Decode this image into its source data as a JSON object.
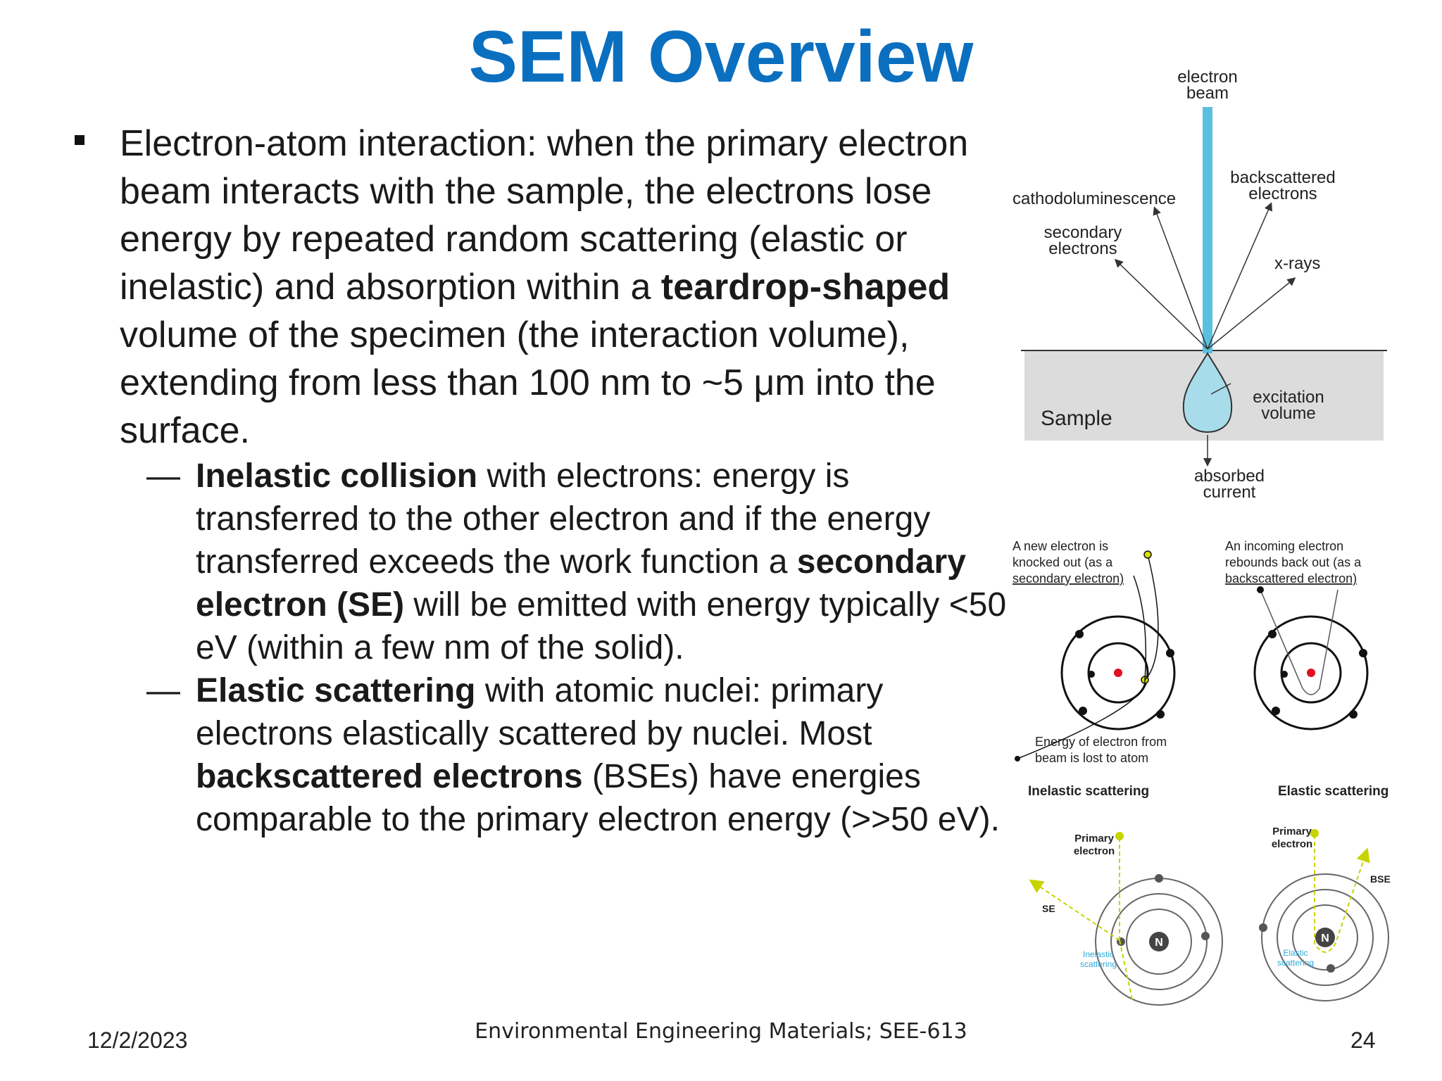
{
  "slide": {
    "title": "SEM Overview",
    "bullet": {
      "p1": "Electron-atom interaction: when the primary electron beam interacts with the sample, the electrons lose energy by repeated random scattering (elastic or inelastic) and absorption within a ",
      "b1": "teardrop-shaped",
      "p2": " volume of the specimen (the interaction volume), extending from less than 100 nm to ~5 μm into the surface."
    },
    "sub1": {
      "b1": "Inelastic collision",
      "p1": " with electrons: energy is transferred to the other electron and if the energy transferred exceeds the work function a ",
      "b2": "secondary electron (SE)",
      "p2": " will be emitted with energy typically <50 eV (within a few nm of the solid)."
    },
    "sub2": {
      "b1": "Elastic scattering",
      "p1": " with atomic nuclei: primary electrons elastically scattered by nuclei.  Most ",
      "b2": "backscattered electrons",
      "p2": " (BSEs) have energies comparable to the primary electron energy (>>50 eV)."
    },
    "dash": "—"
  },
  "diagram1": {
    "beam_l1": "electron",
    "beam_l2": "beam",
    "cathodo": "cathodoluminescence",
    "bse_l1": "backscattered",
    "bse_l2": "electrons",
    "se_l1": "secondary",
    "se_l2": "electrons",
    "xrays": "x-rays",
    "sample": "Sample",
    "exc_l1": "excitation",
    "exc_l2": "volume",
    "abs_l1": "absorbed",
    "abs_l2": "current"
  },
  "diagram2": {
    "left_l1": "A new electron is",
    "left_l2": "knocked out (as a",
    "left_l3": "secondary electron)",
    "right_l1": "An incoming electron",
    "right_l2": "rebounds back out (as a",
    "right_l3": "backscattered electron)",
    "energy_l1": "Energy of electron from",
    "energy_l2": "beam is lost to atom",
    "inelastic_caption": "Inelastic scattering",
    "elastic_caption": "Elastic scattering"
  },
  "diagram3": {
    "primary_l1": "Primary",
    "primary_l2": "electron",
    "se": "SE",
    "nucleus": "N",
    "inel_l1": "Inelastic",
    "inel_l2": "scattering",
    "primary2_l1": "Primary",
    "primary2_l2": "electron",
    "bse": "BSE",
    "el_l1": "Elastic",
    "el_l2": "scattering"
  },
  "footer": {
    "date": "12/2/2023",
    "course": "Environmental Engineering Materials; SEE-613",
    "page": "24"
  },
  "colors": {
    "title": "#0b6fc0",
    "beam": "#5bc0de",
    "sample": "#dcdcdc",
    "nucleus": "#e01020",
    "electron": "#c8d400"
  }
}
